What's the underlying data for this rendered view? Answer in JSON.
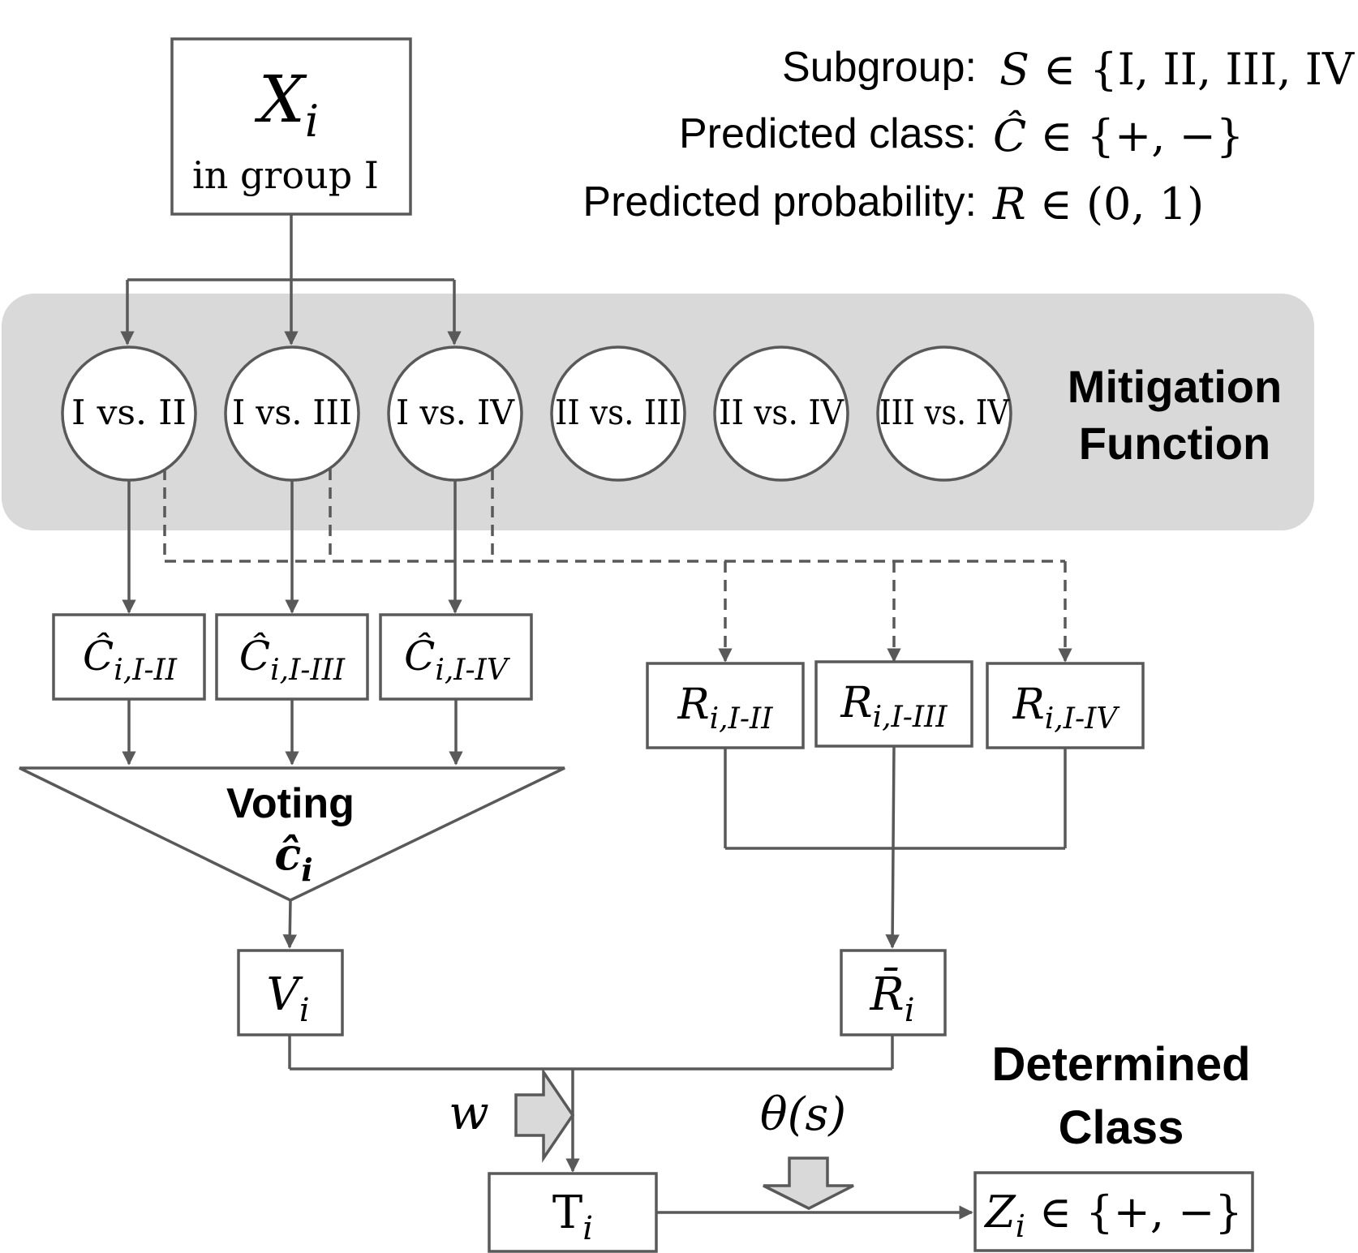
{
  "colors": {
    "stroke": "#595959",
    "panel": "#d9d9d9",
    "background": "#ffffff",
    "text": "#000000"
  },
  "input": {
    "symbol": "X",
    "subscript": "i",
    "caption": "in group I"
  },
  "legend": {
    "subgroup_label": "Subgroup:",
    "subgroup_symbol": "S",
    "subgroup_set": "∈ {I, II, III, IV}",
    "class_label": "Predicted class:",
    "class_symbol": "Ĉ",
    "class_set": "∈ {+, −}",
    "prob_label": "Predicted probability:",
    "prob_symbol": "R",
    "prob_set": "∈ (0, 1)"
  },
  "mitigation": {
    "title_line1": "Mitigation",
    "title_line2": "Function",
    "classifiers": [
      "I vs. II",
      "I vs. III",
      "I vs. IV",
      "II vs. III",
      "II vs. IV",
      "III vs. IV"
    ]
  },
  "class_outputs": [
    {
      "symbol": "Ĉ",
      "subscript": "i,I-II"
    },
    {
      "symbol": "Ĉ",
      "subscript": "i,I-III"
    },
    {
      "symbol": "Ĉ",
      "subscript": "i,I-IV"
    }
  ],
  "prob_outputs": [
    {
      "symbol": "R",
      "subscript": "i,I-II"
    },
    {
      "symbol": "R",
      "subscript": "i,I-III"
    },
    {
      "symbol": "R",
      "subscript": "i,I-IV"
    }
  ],
  "voting": {
    "title": "Voting",
    "symbol": "ĉ",
    "subscript": "i"
  },
  "vote_result": {
    "symbol": "V",
    "subscript": "i"
  },
  "mean_prob": {
    "symbol": "R̄",
    "subscript": "i"
  },
  "weight": "w",
  "threshold": "θ(s)",
  "score": {
    "symbol": "T",
    "subscript": "i"
  },
  "determined": {
    "title_line1": "Determined",
    "title_line2": "Class",
    "symbol": "Z",
    "subscript": "i",
    "set": "∈ {+, −}"
  }
}
